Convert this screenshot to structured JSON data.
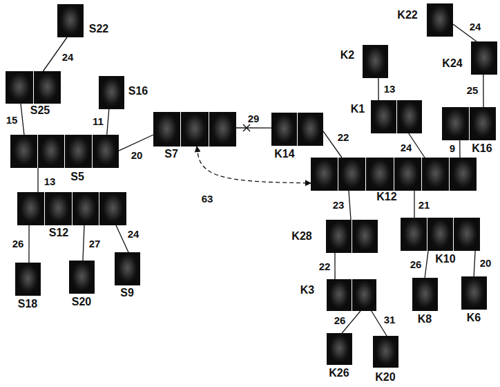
{
  "diagram": {
    "nodes": [
      {
        "text": [
          "S22"
        ]
      },
      {
        "text": [
          "S25"
        ]
      },
      {
        "text": [
          "S16"
        ]
      },
      {
        "text": [
          "S5"
        ]
      },
      {
        "text": [
          "S7"
        ]
      },
      {
        "text": [
          "K22"
        ]
      },
      {
        "text": [
          "K2"
        ]
      },
      {
        "text": [
          "K24"
        ]
      },
      {
        "text": [
          "K1"
        ]
      },
      {
        "text": [
          "K14"
        ]
      },
      {
        "text": [
          "K16"
        ]
      },
      {
        "text": [
          "K12"
        ]
      },
      {
        "text": [
          "K28"
        ]
      },
      {
        "text": [
          "K10"
        ]
      },
      {
        "text": [
          "S12"
        ]
      },
      {
        "text": [
          "S18"
        ]
      },
      {
        "text": [
          "S20"
        ]
      },
      {
        "text": [
          "S9"
        ]
      },
      {
        "text": [
          "K3"
        ]
      },
      {
        "text": [
          "K8"
        ]
      },
      {
        "text": [
          "K6"
        ]
      },
      {
        "text": [
          "K26"
        ]
      },
      {
        "text": [
          "K20"
        ]
      }
    ],
    "edges": [
      {
        "from": 0,
        "to": 1,
        "arrow": "none",
        "label": "24"
      },
      {
        "from": 1,
        "to": 3,
        "arrow": "none",
        "label": "15"
      },
      {
        "from": 2,
        "to": 3,
        "arrow": "none",
        "label": "11"
      },
      {
        "from": 3,
        "to": 4,
        "arrow": "none",
        "label": "20"
      },
      {
        "from": 3,
        "to": 14,
        "arrow": "none",
        "label": "13"
      },
      {
        "from": 14,
        "to": 15,
        "arrow": "none",
        "label": "26"
      },
      {
        "from": 14,
        "to": 16,
        "arrow": "none",
        "label": "27"
      },
      {
        "from": 14,
        "to": 17,
        "arrow": "none",
        "label": "24"
      },
      {
        "from": 4,
        "to": 9,
        "arrow": "none",
        "label": "29"
      },
      {
        "from": 4,
        "to": 11,
        "arrow": "both",
        "label": "63"
      },
      {
        "from": 9,
        "to": 11,
        "arrow": "none",
        "label": "22"
      },
      {
        "from": 6,
        "to": 8,
        "arrow": "none",
        "label": "13"
      },
      {
        "from": 8,
        "to": 11,
        "arrow": "none",
        "label": "24"
      },
      {
        "from": 5,
        "to": 7,
        "arrow": "none",
        "label": "24"
      },
      {
        "from": 7,
        "to": 10,
        "arrow": "none",
        "label": "25"
      },
      {
        "from": 10,
        "to": 11,
        "arrow": "none",
        "label": "9"
      },
      {
        "from": 11,
        "to": 12,
        "arrow": "none",
        "label": "23"
      },
      {
        "from": 11,
        "to": 13,
        "arrow": "none",
        "label": "21"
      },
      {
        "from": 12,
        "to": 18,
        "arrow": "none",
        "label": "22"
      },
      {
        "from": 18,
        "to": 21,
        "arrow": "none",
        "label": "26"
      },
      {
        "from": 18,
        "to": 22,
        "arrow": "none",
        "label": "31"
      },
      {
        "from": 13,
        "to": 19,
        "arrow": "none",
        "label": "26"
      },
      {
        "from": 13,
        "to": 20,
        "arrow": "none",
        "label": "20"
      }
    ]
  }
}
